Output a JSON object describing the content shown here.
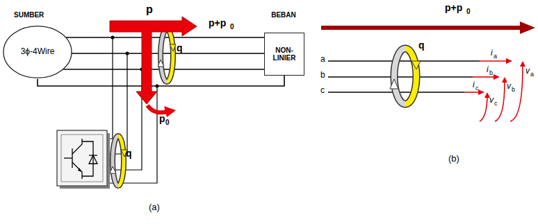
{
  "diagram": {
    "nodes": [
      {
        "text": [
          "SUMBER",
          "3ϕ-4Wire"
        ]
      },
      {
        "text": [
          "BEBAN",
          "NON- LINIER"
        ]
      }
    ],
    "edges": [
      {
        "from": 0,
        "to": 1,
        "arrow": "none"
      },
      {
        "from": 0,
        "to": 1,
        "arrow": "none"
      },
      {
        "from": 0,
        "to": 1,
        "arrow": "none"
      },
      {
        "from": 0,
        "to": 1,
        "arrow": "none"
      }
    ],
    "labels": [
      "p",
      "p+p",
      "0",
      "q",
      "q",
      "p",
      "0",
      "(a)",
      "p+p",
      "0",
      "a",
      "b",
      "c",
      "q",
      "i",
      "a",
      "i",
      "b",
      "i",
      "c",
      "v",
      "c",
      "v",
      "b",
      "v",
      "a",
      "(b)"
    ]
  }
}
